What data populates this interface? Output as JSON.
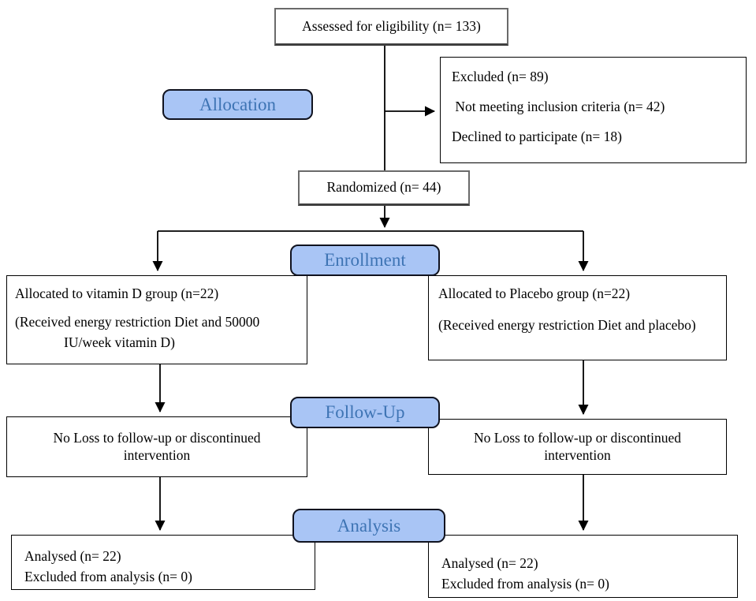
{
  "colors": {
    "badge_fill": "#a9c5f5",
    "badge_text": "#3e74b4",
    "box_border": "#000000",
    "connector": "#000000"
  },
  "flowchart": {
    "stages": {
      "allocation": "Allocation",
      "enrollment": "Enrollment",
      "followup": "Follow-Up",
      "analysis": "Analysis"
    },
    "assessed": "Assessed for eligibility (n= 133)",
    "excluded": {
      "lines": [
        "Excluded (n= 89)",
        " Not meeting inclusion criteria (n= 42)",
        "Declined to participate (n= 18)"
      ]
    },
    "randomized": "Randomized (n= 44)",
    "vitamin_d_group": {
      "title": "Allocated to vitamin D group (n=22)",
      "detail_line1": "(Received energy restriction Diet and 50000",
      "detail_line2": "IU/week vitamin D)"
    },
    "placebo_group": {
      "title": "Allocated to Placebo group (n=22)",
      "detail": "(Received energy restriction Diet and placebo)"
    },
    "followup_left": "No Loss to follow-up or discontinued intervention",
    "followup_right": "No Loss to follow-up or discontinued intervention",
    "analysis_left": {
      "lines": [
        "Analysed (n= 22)",
        "Excluded from analysis (n= 0)"
      ]
    },
    "analysis_right": {
      "lines": [
        "Analysed (n= 22)",
        "Excluded from analysis (n= 0)"
      ]
    }
  }
}
